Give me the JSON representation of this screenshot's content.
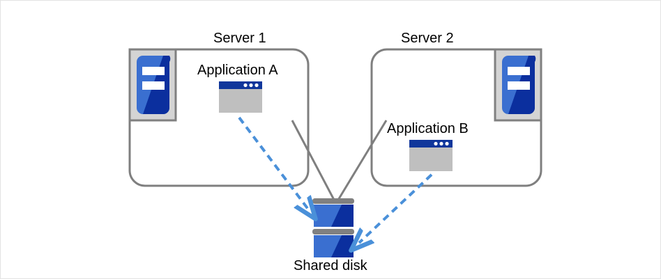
{
  "diagram": {
    "title_hidden": "",
    "colors": {
      "box_stroke": "#7f7f7f",
      "icon_frame_fill": "#d4d4d4",
      "icon_frame_stroke": "#808080",
      "server_blue_light": "#3a6fd0",
      "server_blue_dark": "#0b2f9e",
      "window_titlebar": "#10369b",
      "window_body": "#bfbfbf",
      "disk_bar": "#808080",
      "arrow_blue": "#4a90d9",
      "text": "#000000",
      "canvas_border": "#e2e2e2",
      "background": "#ffffff"
    },
    "nodes": [
      {
        "id": "server1",
        "label": "Server 1",
        "icon": "server-icon",
        "app_label": "Application A",
        "app_icon": "window-icon"
      },
      {
        "id": "server2",
        "label": "Server 2",
        "icon": "server-icon",
        "app_label": "Application B",
        "app_icon": "window-icon"
      }
    ],
    "shared_storage": {
      "label": "Shared disk",
      "icon": "disk-stack-icon",
      "units": 2
    },
    "connections": [
      {
        "from": "server1",
        "to": "shared-disk",
        "style": "solid-gray"
      },
      {
        "from": "server2",
        "to": "shared-disk",
        "style": "solid-gray"
      },
      {
        "from": "application-a",
        "to": "shared-disk",
        "style": "dashed-blue-arrow"
      },
      {
        "from": "application-b",
        "to": "shared-disk",
        "style": "dashed-blue-arrow"
      }
    ]
  }
}
